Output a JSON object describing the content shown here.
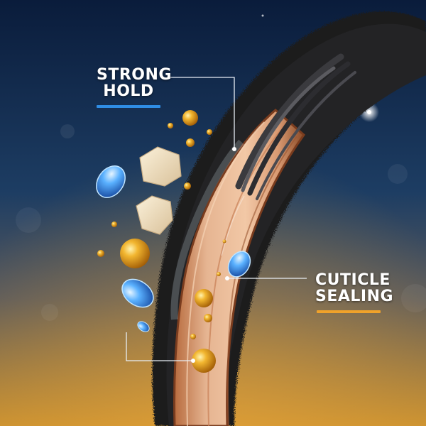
{
  "callouts": {
    "strong_hold": {
      "line1": "STRONG",
      "line2": "HOLD",
      "underline_color": "#2f8de4"
    },
    "cuticle_sealing": {
      "line1": "CUTICLE",
      "line2": "SEALING",
      "underline_color": "#f0a22a"
    }
  },
  "palette": {
    "sky_top": "#0a1c3b",
    "sky_mid": "#1d3d63",
    "sky_bottom": "#c9902f",
    "hair_dark": "#1b1b1d",
    "cortex": "#e1b08e",
    "cortex_edge": "#8a4a26",
    "oil_gold": "#e8a41d",
    "water_blue": "#4aa3ff",
    "butter": "#f3e2c0"
  },
  "icons": {
    "hair_strand": "hair-strand-icon",
    "oil_droplet": "oil-droplet-icon",
    "water_capsule": "water-capsule-icon",
    "butter_chunk": "butter-chunk-icon",
    "sparkle": "sparkle-icon"
  }
}
